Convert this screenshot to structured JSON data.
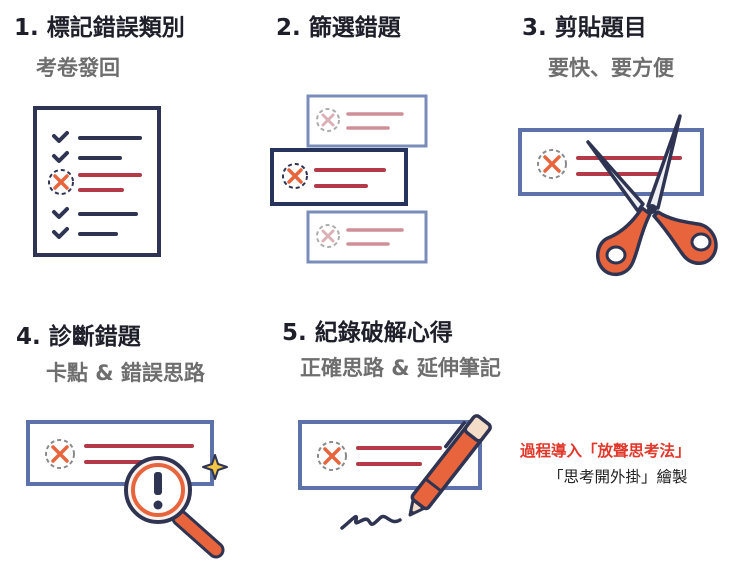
{
  "steps": [
    {
      "title": "1. 標記錯誤類別",
      "subtitle": "考卷發回"
    },
    {
      "title": "2. 篩選錯題",
      "subtitle": ""
    },
    {
      "title": "3. 剪貼題目",
      "subtitle": "要快、要方便"
    },
    {
      "title": "4. 診斷錯題",
      "subtitle": "卡點 & 錯誤思路"
    },
    {
      "title": "5. 紀錄破解心得",
      "subtitle": "正確思路 & 延伸筆記"
    }
  ],
  "credit": {
    "line1": "過程導入「放聲思考法」",
    "line2": "「思考開外掛」繪製"
  },
  "colors": {
    "navy": "#2f3452",
    "red": "#b43a48",
    "orange": "#e8643c",
    "light_red": "#cf8f99",
    "light_blue": "#7a8db8",
    "accent_red": "#e0382b"
  }
}
